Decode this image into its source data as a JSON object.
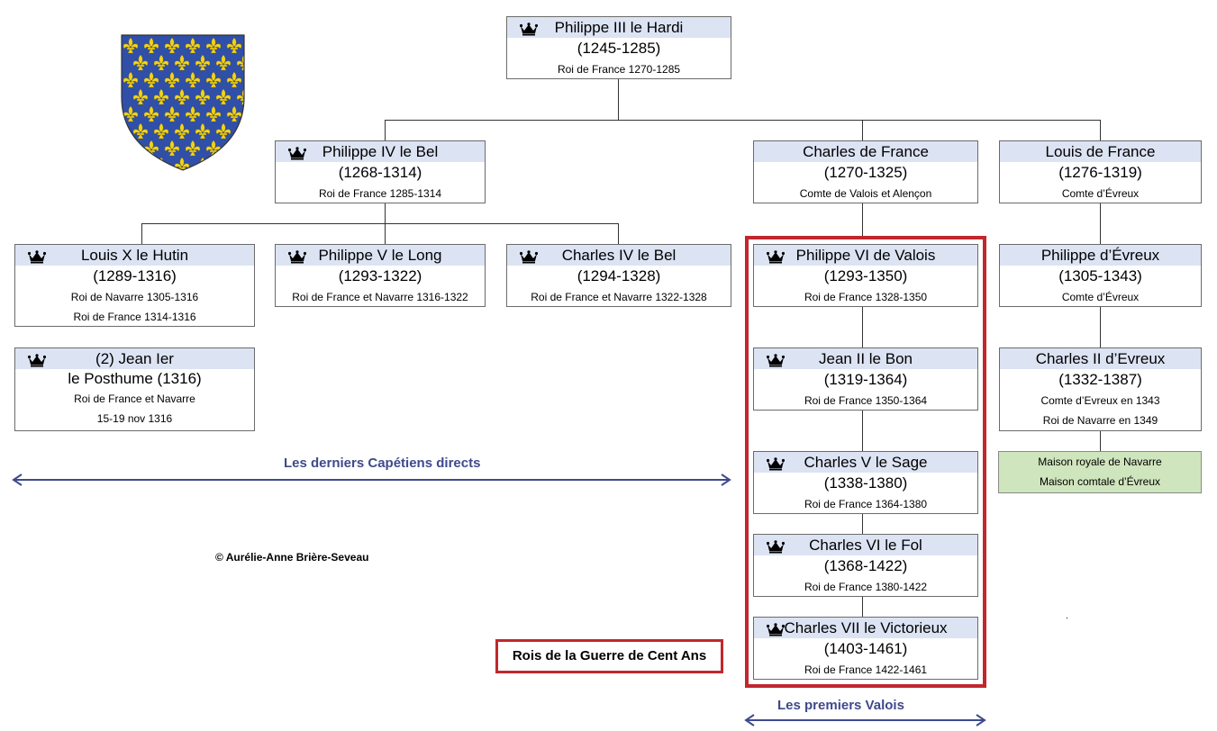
{
  "people": {
    "philippe3": {
      "name": "Philippe III le Hardi",
      "years": "(1245-1285)",
      "roles": [
        "Roi de France 1270-1285"
      ],
      "crown": true
    },
    "philippe4": {
      "name": "Philippe IV le Bel",
      "years": "(1268-1314)",
      "roles": [
        "Roi de France 1285-1314"
      ],
      "crown": true
    },
    "charles_france": {
      "name": "Charles de France",
      "years": "(1270-1325)",
      "roles": [
        "Comte de Valois et Alençon"
      ],
      "crown": false
    },
    "louis_france": {
      "name": "Louis de France",
      "years": "(1276-1319)",
      "roles": [
        "Comte d’Évreux"
      ],
      "crown": false
    },
    "louis10": {
      "name": "Louis X le Hutin",
      "years": "(1289-1316)",
      "roles": [
        "Roi de Navarre 1305-1316",
        "Roi de France 1314-1316"
      ],
      "crown": true
    },
    "philippe5": {
      "name": "Philippe V le Long",
      "years": "(1293-1322)",
      "roles": [
        "Roi de France et Navarre 1316-1322"
      ],
      "crown": true
    },
    "charles4": {
      "name": "Charles IV le Bel",
      "years": "(1294-1328)",
      "roles": [
        "Roi de France et Navarre 1322-1328"
      ],
      "crown": true
    },
    "jean1": {
      "name": "(2) Jean Ier",
      "name2": "le Posthume",
      "years": "(1316)",
      "roles": [
        "Roi de France et Navarre",
        "15-19 nov 1316"
      ],
      "crown": true
    },
    "philippe6": {
      "name": "Philippe VI de Valois",
      "years": "(1293-1350)",
      "roles": [
        "Roi de France 1328-1350"
      ],
      "crown": true
    },
    "jean2": {
      "name": "Jean II le Bon",
      "years": "(1319-1364)",
      "roles": [
        "Roi de France 1350-1364"
      ],
      "crown": true
    },
    "charles5": {
      "name": "Charles V le Sage",
      "years": "(1338-1380)",
      "roles": [
        "Roi de France 1364-1380"
      ],
      "crown": true
    },
    "charles6": {
      "name": "Charles VI le Fol",
      "years": "(1368-1422)",
      "roles": [
        "Roi de France 1380-1422"
      ],
      "crown": true
    },
    "charles7": {
      "name": "Charles VII le Victorieux",
      "years": "(1403-1461)",
      "roles": [
        "Roi de France 1422-1461"
      ],
      "crown": true
    },
    "philippe_evreux": {
      "name": "Philippe d’Évreux",
      "years": "(1305-1343)",
      "roles": [
        "Comte d’Évreux"
      ],
      "crown": false
    },
    "charles2_evreux": {
      "name": "Charles II d’Evreux",
      "years": "(1332-1387)",
      "roles": [
        "Comte d’Evreux en 1343",
        "Roi de Navarre en 1349"
      ],
      "crown": false
    }
  },
  "navarre_box": [
    "Maison royale de Navarre",
    "Maison comtale d’Évreux"
  ],
  "captions": {
    "capetiens": "Les derniers Capétiens directs",
    "valois": "Les premiers Valois",
    "hundred_years": "Rois de la Guerre de Cent Ans",
    "copyright": "© Aurélie-Anne Brière-Seveau"
  },
  "colors": {
    "name_band": "#dce3f3",
    "frame_red": "#c1272d",
    "caption_blue": "#3f4a8c",
    "shield_blue": "#2f4fa8",
    "fleur_gold": "#f1d31c",
    "navarre_green": "#cfe5bd"
  },
  "icons": [
    "crown-icon",
    "fleur-de-lis-shield"
  ]
}
